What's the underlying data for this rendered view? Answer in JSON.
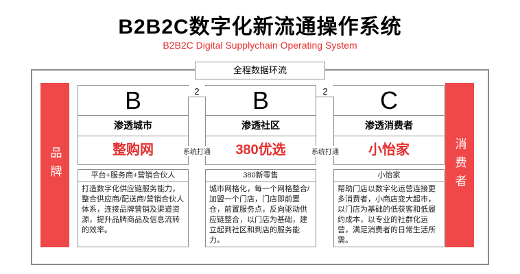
{
  "header": {
    "title": "B2B2C数字化新流通操作系统",
    "subtitle": "B2B2C Digital Supplychain Operating System"
  },
  "diagram": {
    "top_label": "全程数据环流",
    "left_bar": "品牌",
    "right_bar": "消费者",
    "connectors": [
      {
        "number": "2",
        "label": "系统打通"
      },
      {
        "number": "2",
        "label": "系统打通"
      }
    ],
    "columns": [
      {
        "letter": "B",
        "target": "渗透城市",
        "brand": "整购网",
        "box_title": "平台+服务商+营销合伙人",
        "box_text": "打造数字化供应链服务能力，整合供应商/配送商/营销合伙人体系，连接品牌营销及渠道资源，提升品牌商品及信息流转的效率。"
      },
      {
        "letter": "B",
        "target": "渗透社区",
        "brand": "380优选",
        "box_title": "380新零售",
        "box_text": "城市网格化，每一个网格整合/加盟一个门店，门店即前置仓，前置服务点，反向驱动供应链整合，以门店为基础，建立起到社区和到店的服务能力。"
      },
      {
        "letter": "C",
        "target": "渗透消费者",
        "brand": "小怡家",
        "box_title": "小怡家",
        "box_text": "帮助门店以数字化运营连接更多消费者，小商店变大超市，以门店为基础的低获客和低履约成本，以专业的社群化运营，满足消费者的日常生活所需。"
      }
    ]
  },
  "colors": {
    "accent_red": "#f04848",
    "text_red": "#e62e2e",
    "line_gray": "#8c8c8c"
  }
}
